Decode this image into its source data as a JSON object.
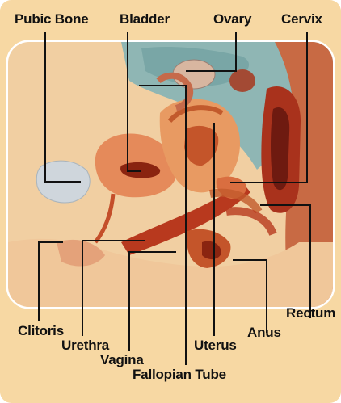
{
  "labels": {
    "pubic_bone": "Pubic Bone",
    "bladder": "Bladder",
    "ovary": "Ovary",
    "cervix": "Cervix",
    "clitoris": "Clitoris",
    "urethra": "Urethra",
    "vagina": "Vagina",
    "fallopian_tube": "Fallopian Tube",
    "uterus": "Uterus",
    "anus": "Anus",
    "rectum": "Rectum"
  },
  "colors": {
    "frame_background": "#f7d8a3",
    "panel_border": "#ffffff",
    "skin": "#f0c79a",
    "fat": "#f4d9a8",
    "peritoneum": "#8fb6b4",
    "muscle_red": "#b8391e",
    "organ_pink": "#e58a5a",
    "bone": "#cfd6dc",
    "leader_line": "#111111"
  }
}
